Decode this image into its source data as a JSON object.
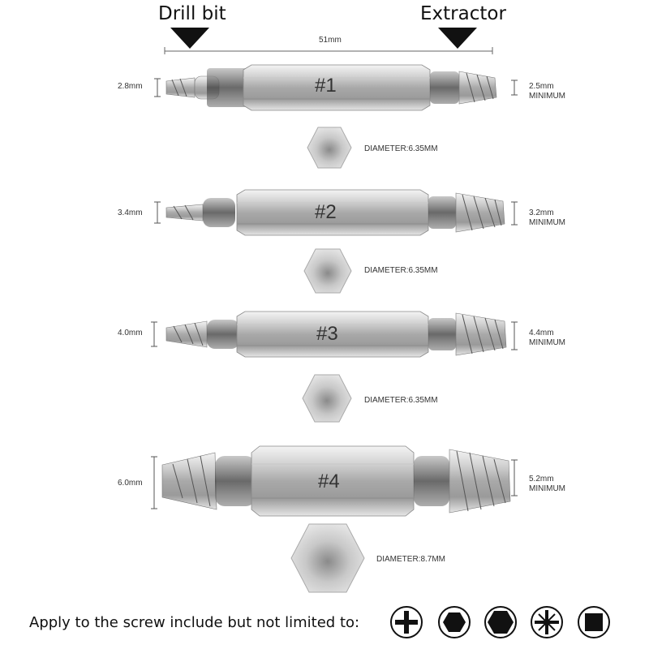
{
  "header": {
    "drill_label": "Drill bit",
    "extractor_label": "Extractor",
    "length_label": "51mm"
  },
  "bits": [
    {
      "number": "#1",
      "drill_dia": "2.8mm",
      "extract_dia": "2.5mm",
      "extract_note": "MINIMUM",
      "shank_label": "DIAMETER:6.35MM"
    },
    {
      "number": "#2",
      "drill_dia": "3.4mm",
      "extract_dia": "3.2mm",
      "extract_note": "MINIMUM",
      "shank_label": "DIAMETER:6.35MM"
    },
    {
      "number": "#3",
      "drill_dia": "4.0mm",
      "extract_dia": "4.4mm",
      "extract_note": "MINIMUM",
      "shank_label": "DIAMETER:6.35MM"
    },
    {
      "number": "#4",
      "drill_dia": "6.0mm",
      "extract_dia": "5.2mm",
      "extract_note": "MINIMUM",
      "shank_label": "DIAMETER:8.7MM"
    }
  ],
  "footer": {
    "apply_text": "Apply to the screw include but not limited to:",
    "screw_icons": [
      "phillips-icon",
      "hex-socket-icon",
      "hex-large-icon",
      "torx-cross-icon",
      "square-socket-icon"
    ]
  }
}
